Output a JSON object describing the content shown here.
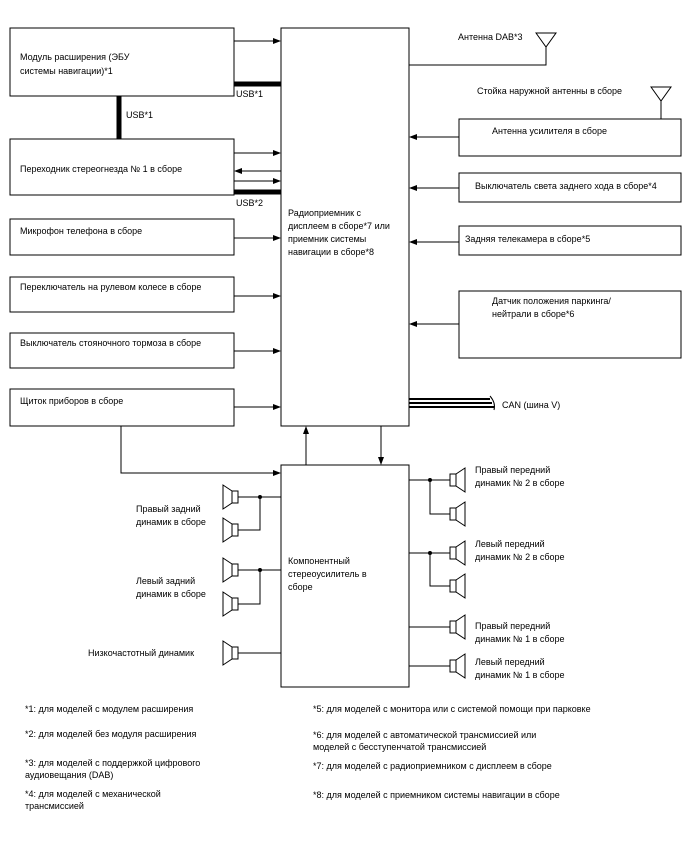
{
  "boxes": {
    "ext_module": [
      "Модуль расширения (ЭБУ",
      "системы навигации)*1"
    ],
    "stereo_adapter": "Переходник стереогнезда № 1 в сборе",
    "mic": "Микрофон телефона в сборе",
    "steering_switch": "Переключатель на рулевом колесе в сборе",
    "parking_brake": "Выключатель стояночного тормоза в сборе",
    "meter": "Щиток приборов в сборе",
    "radio": [
      "Радиоприемник с",
      "дисплеем в сборе*7 или",
      "приемник системы",
      "навигации в сборе*8"
    ],
    "amp_antenna": "Антенна усилителя в сборе",
    "backup_switch": "Выключатель света заднего хода в сборе*4",
    "rear_camera": "Задняя телекамера в сборе*5",
    "park_neutral": [
      "Датчик положения паркинга/",
      "нейтрали в сборе*6"
    ],
    "stereo_amp": [
      "Компонентный",
      "стереоусилитель в",
      "сборе"
    ]
  },
  "labels": {
    "usb1_top": "USB*1",
    "usb1_vertical": "USB*1",
    "usb2": "USB*2",
    "dab_antenna": "Антенна DAB*3",
    "outer_antenna": "Стойка наружной антенны в сборе",
    "can": "CAN (шина V)"
  },
  "speakers": {
    "rear_right": [
      "Правый задний",
      "динамик в сборе"
    ],
    "rear_left": [
      "Левый задний",
      "динамик в сборе"
    ],
    "woofer": "Низкочастотный динамик",
    "front_right_2": [
      "Правый передний",
      "динамик № 2 в сборе"
    ],
    "front_left_2": [
      "Левый передний",
      "динамик № 2 в сборе"
    ],
    "front_right_1": [
      "Правый передний",
      "динамик № 1 в сборе"
    ],
    "front_left_1": [
      "Левый передний",
      "динамик № 1 в сборе"
    ]
  },
  "notes": {
    "n1": "*1: для моделей с модулем расширения",
    "n2": "*2: для моделей без модуля расширения",
    "n3": [
      "*3: для моделей с поддержкой цифрового",
      "аудиовещания (DAB)"
    ],
    "n4": [
      "*4: для моделей с механической",
      "трансмиссией"
    ],
    "n5": "*5: для моделей с монитора или с системой помощи при парковке",
    "n6": [
      "*6: для моделей с автоматической трансмиссией или",
      "моделей с бесступенчатой трансмиссией"
    ],
    "n7": "*7: для моделей с радиоприемником с дисплеем в сборе",
    "n8": "*8: для моделей с приемником системы навигации в сборе"
  }
}
